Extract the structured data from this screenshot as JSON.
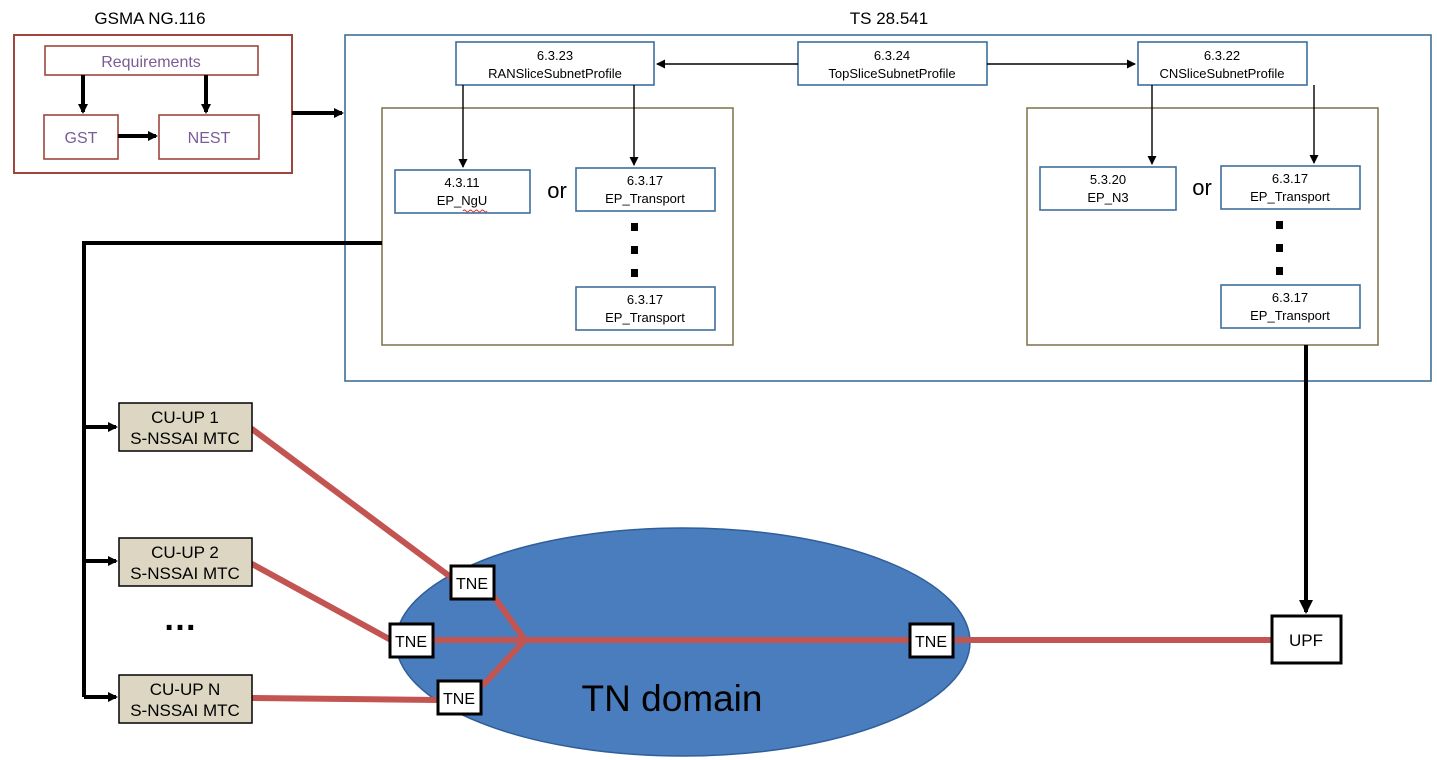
{
  "gsma": {
    "title": "GSMA NG.116",
    "requirements": "Requirements",
    "gst": "GST",
    "nest": "NEST"
  },
  "ts": {
    "title": "TS 28.541",
    "ran_profile": {
      "num": "6.3.23",
      "name": "RANSliceSubnetProfile"
    },
    "top_profile": {
      "num": "6.3.24",
      "name": "TopSliceSubnetProfile"
    },
    "cn_profile": {
      "num": "6.3.22",
      "name": "CNSliceSubnetProfile"
    },
    "ran_ep_ngu": {
      "num": "4.3.11",
      "name": "EP_NgU"
    },
    "ran_ep_transport_1": {
      "num": "6.3.17",
      "name": "EP_Transport"
    },
    "ran_ep_transport_2": {
      "num": "6.3.17",
      "name": "EP_Transport"
    },
    "ran_or": "or",
    "cn_ep_n3": {
      "num": "5.3.20",
      "name": "EP_N3"
    },
    "cn_ep_transport_1": {
      "num": "6.3.17",
      "name": "EP_Transport"
    },
    "cn_ep_transport_2": {
      "num": "6.3.17",
      "name": "EP_Transport"
    },
    "cn_or": "or"
  },
  "network": {
    "cu_up": [
      {
        "line1": "CU-UP 1",
        "line2": "S-NSSAI MTC"
      },
      {
        "line1": "CU-UP 2",
        "line2": "S-NSSAI MTC"
      },
      {
        "line1": "CU-UP N",
        "line2": "S-NSSAI MTC"
      }
    ],
    "ellipsis": "…",
    "tne_label": "TNE",
    "tn_domain": "TN domain",
    "upf": "UPF"
  },
  "colors": {
    "gsma_border": "#a0453e",
    "ts_border": "#3e6e9c",
    "box_border": "#3e6e9c",
    "inner_border": "#857a53",
    "gsma_text": "#7a5c96",
    "link_red": "#c25452",
    "ellipse_fill": "#4a7dbd",
    "cu_fill": "#dcd6c2"
  }
}
